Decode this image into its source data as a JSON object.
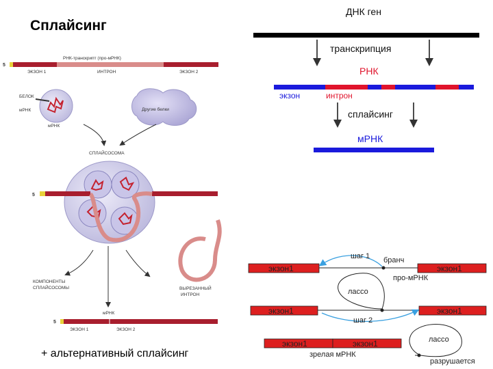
{
  "title": "Сплайсинг",
  "footer": "+ альтернативный сплайсинг",
  "left_panel": {
    "five_prime": "5",
    "pre_mrna_label": "РНК-транскрипт (про-мРНК)",
    "exon1": "ЭКЗОН 1",
    "intron": "ИНТРОН",
    "exon2": "ЭКЗОН 2",
    "protein": "БЕЛОК",
    "mrna_side": "мРНК",
    "mrna_bottom": "мРНК",
    "other_proteins": "Другие белки",
    "spliceosome": "СПЛАЙСОСОМА",
    "components_1": "КОМПОНЕНТЫ",
    "components_2": "СПЛАЙСОСОМЫ",
    "excised_1": "ВЫРЕЗАННЫЙ",
    "excised_2": "ИНТРОН",
    "final_mrna": "мРНК",
    "final_exon1": "ЭКЗОН 1",
    "final_exon2": "ЭКЗОН 2"
  },
  "right_top": {
    "gene": "ДНК ген",
    "transcription": "транскрипция",
    "rna": "РНК",
    "exon": "экзон",
    "intron": "интрон",
    "splicing": "сплайсинг",
    "mrna": "мРНК",
    "colors": {
      "exon": "#1a1adc",
      "intron": "#e0142c",
      "dna": "#000000",
      "rna_label": "#e0142c",
      "mrna_label": "#1a1adc"
    }
  },
  "right_bottom": {
    "exon1_a": "экзон1",
    "exon1_b": "экзон1",
    "step1": "шаг 1",
    "branch": "бранч",
    "pre_mrna": "про-мРНК",
    "lasso1": "лассо",
    "exon1_c": "экзон1",
    "exon1_d": "экзон1",
    "step2": "шаг 2",
    "lasso2": "лассо",
    "exon1_e": "экзон1",
    "exon1_f": "экзон1",
    "mature": "зрелая мРНК",
    "degraded": "разрушается"
  }
}
